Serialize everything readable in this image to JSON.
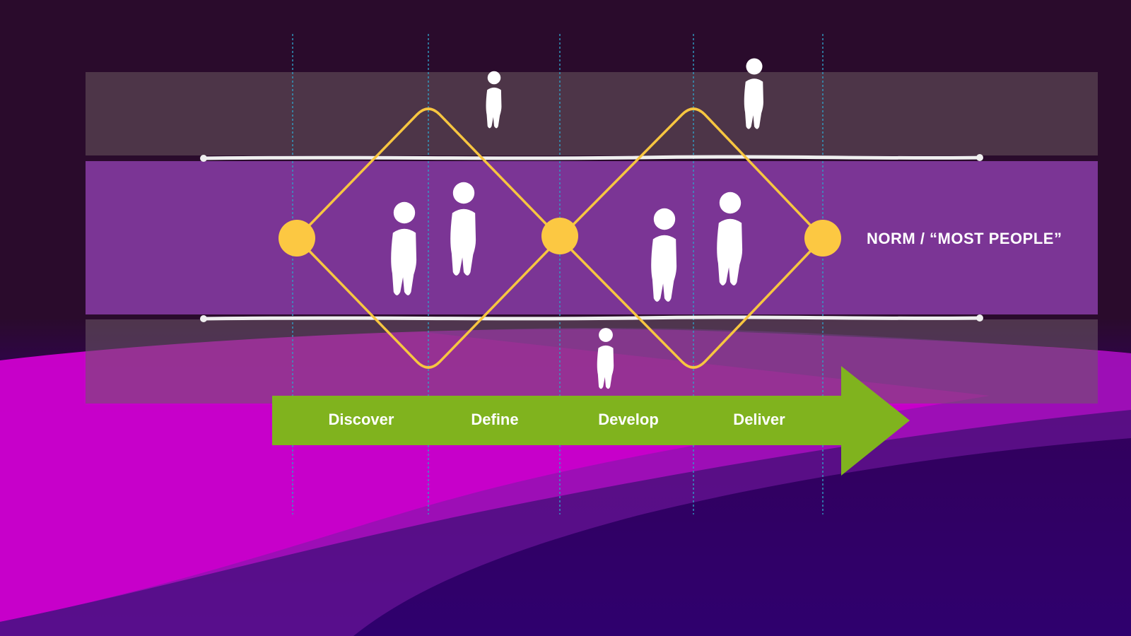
{
  "norm_label": "NORM / “MOST PEOPLE”",
  "phases": [
    "Discover",
    "Define",
    "Develop",
    "Deliver"
  ],
  "icons": {
    "person": "person-icon",
    "node": "circle-node",
    "arrow": "right-arrow"
  },
  "colors": {
    "background_top": "#2a0b2c",
    "glow_magenta": "#d400d4",
    "background_bottom": "#2f006e",
    "outer_band": "#4c2e44",
    "norm_band": "#7b3595",
    "diamond_outline": "#f7c640",
    "node_fill": "#fcc842",
    "arrow_fill": "#80b31e",
    "guide_line": "#2f9fc4",
    "boundary_line": "#efefef",
    "text": "#ffffff"
  }
}
